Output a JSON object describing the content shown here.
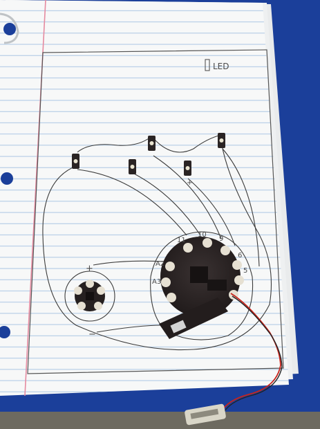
{
  "notebook": {
    "legend_label": "LED",
    "pin_labels": [
      "11",
      "10",
      "9",
      "A2",
      "A3",
      "6",
      "5"
    ],
    "battery_plus": "+",
    "battery_minus": "−",
    "led_plus": "+"
  },
  "colors": {
    "background": "#1b3f9a",
    "paper": "#f7f8f8",
    "rule_line": "#a9c6e4",
    "margin_line": "#e58aa0",
    "pencil": "#3a3a3a",
    "board": "#2b2424",
    "wire_red": "#c8241b"
  }
}
